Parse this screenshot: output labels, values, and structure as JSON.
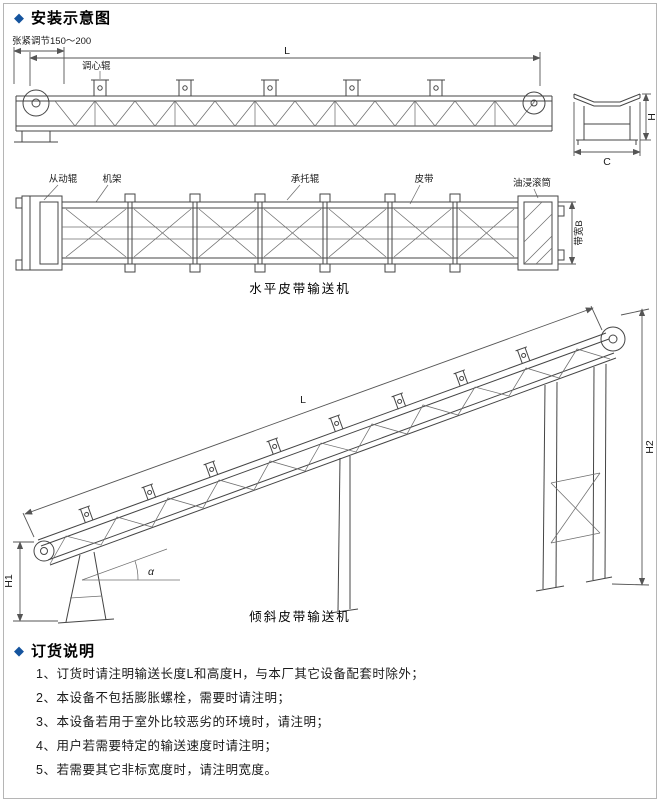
{
  "sections": {
    "install_title": "安装示意图",
    "order_title": "订货说明",
    "diamond": "◆"
  },
  "colors": {
    "accent": "#15549e",
    "line": "#454545"
  },
  "side_view": {
    "tension_label": "张紧调节150～200",
    "aligning_roller_label": "调心辊",
    "length_label": "L",
    "height_label": "H",
    "width_label": "C"
  },
  "top_view": {
    "driven_roller_label": "从动辊",
    "frame_label": "机架",
    "carrier_roller_label": "承托辊",
    "belt_label": "皮带",
    "oil_drum_label": "油浸滚筒",
    "belt_width_label": "带宽B",
    "caption": "水平皮带输送机"
  },
  "incline_view": {
    "length_label": "L",
    "h1_label": "H1",
    "h2_label": "H2",
    "angle_label": "α",
    "caption": "倾斜皮带输送机"
  },
  "ordering_notes": [
    "1、订货时请注明输送长度L和高度H，与本厂其它设备配套时除外；",
    "2、本设备不包括膨胀螺栓，需要时请注明；",
    "3、本设备若用于室外比较恶劣的环境时，请注明；",
    "4、用户若需要特定的输送速度时请注明；",
    "5、若需要其它非标宽度时，请注明宽度。"
  ]
}
